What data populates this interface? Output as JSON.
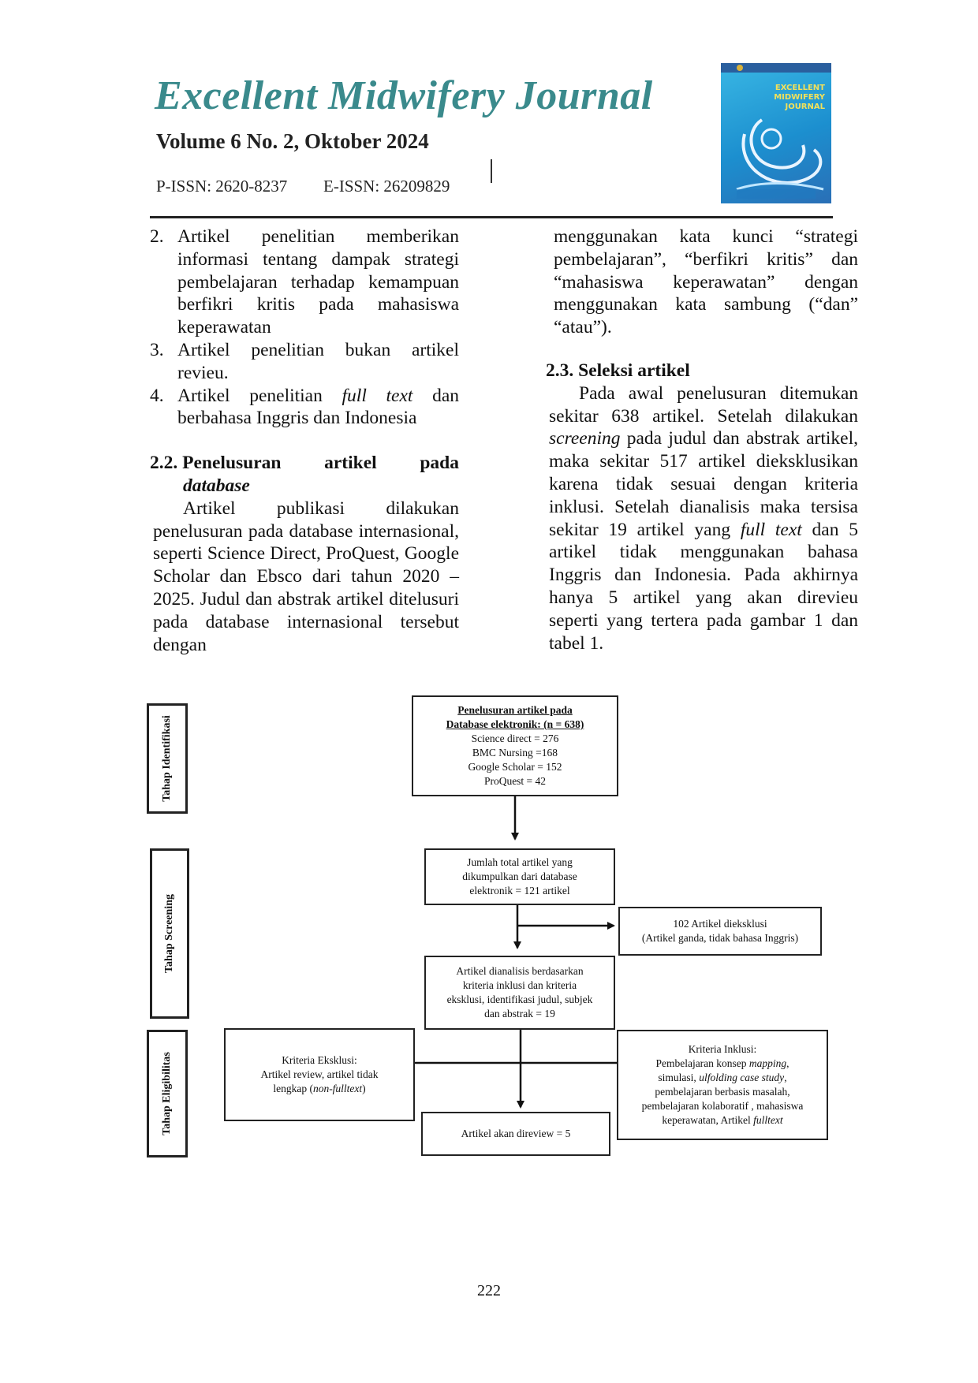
{
  "header": {
    "journal_title": "Excellent Midwifery Journal",
    "volume": "Volume 6 No. 2, Oktober 2024",
    "p_issn": "P-ISSN: 2620-8237",
    "e_issn": "E-ISSN: 26209829",
    "cover_text": "EXCELLENT\nMIDWIFERY\nJOURNAL"
  },
  "left_column": {
    "list": [
      {
        "num": "2.",
        "text": "Artikel penelitian memberikan informasi tentang dampak strategi pembelajaran terhadap kemampuan berfikri kritis pada mahasiswa keperawatan"
      },
      {
        "num": "3.",
        "text": "Artikel penelitian bukan artikel revieu."
      },
      {
        "num": "4.",
        "pre": "Artikel penelitian ",
        "em": "full text",
        "post": " dan berbahasa Inggris dan Indonesia"
      }
    ],
    "section_heading_num": "2.2.",
    "section_heading_w1": "Penelusuran",
    "section_heading_w2": "artikel",
    "section_heading_w3": "pada",
    "section_heading_em": "database",
    "paragraph": "Artikel publikasi dilakukan penelusuran pada database internasional, seperti Science Direct, ProQuest, Google Scholar dan Ebsco dari tahun 2020 – 2025. Judul dan abstrak artikel ditelusuri pada database internasional tersebut dengan"
  },
  "right_column": {
    "paragraph_continued": "menggunakan kata kunci “strategi pembelajaran”, “berfikri kritis” dan “mahasiswa keperawatan” dengan menggunakan kata sambung (“dan” “atau”).",
    "section_heading": "2.3. Seleksi artikel",
    "p_a": "Pada awal penelusuran ditemukan sekitar 638 artikel. Setelah dilakukan ",
    "p_em1": "screening",
    "p_b": " pada judul dan abstrak artikel, maka sekitar 517 artikel dieksklusikan karena tidak sesuai dengan kriteria inklusi. Setelah dianalisis maka tersisa sekitar 19 artikel yang ",
    "p_em2": "full text",
    "p_c": " dan 5 artikel tidak menggunakan bahasa Inggris dan Indonesia. Pada akhirnya hanya 5 artikel yang akan direvieu seperti yang tertera pada gambar 1 dan tabel 1."
  },
  "flowchart": {
    "stages": [
      "Tahap Identifikasi",
      "Tahap Screening",
      "Tahap Eligibilitas"
    ],
    "box1_title_1": "Penelusuran artikel pada",
    "box1_title_2": "Database elektronik: (n = 638)",
    "box1_lines": [
      "Science direct = 276",
      "BMC Nursing =168",
      "Google Scholar = 152",
      "ProQuest = 42"
    ],
    "box2_lines": [
      "Jumlah total artikel yang",
      "dikumpulkan dari database",
      "elektronik = 121 artikel"
    ],
    "box_excluded_lines": [
      "102 Artikel dieksklusi",
      "(Artikel ganda, tidak bahasa Inggris)"
    ],
    "box3_lines": [
      "Artikel dianalisis berdasarkan",
      "kriteria inklusi dan kriteria",
      "eksklusi, identifikasi judul, subjek",
      "dan abstrak = 19"
    ],
    "exclusion_line1": "Kriteria Eksklusi:",
    "exclusion_line2": "Artikel review, artikel tidak",
    "exclusion_line3_pre": "lengkap (",
    "exclusion_line3_em": "non-fulltext",
    "exclusion_line3_post": ")",
    "inclusion_line1": "Kriteria Inklusi:",
    "inclusion_line2_pre": "Pembelajaran konsep ",
    "inclusion_line2_em": "mapping",
    "inclusion_line2_post": ",",
    "inclusion_line3_pre": "simulasi, ",
    "inclusion_line3_em": "ulfolding case study",
    "inclusion_line3_post": ",",
    "inclusion_line4": "pembelajaran berbasis masalah,",
    "inclusion_line5": "pembelajaran kolaboratif , mahasiswa",
    "inclusion_line6_pre": "keperawatan,  Artikel ",
    "inclusion_line6_em": "fulltext",
    "final_box": "Artikel akan direview = 5"
  },
  "page_number": "222"
}
